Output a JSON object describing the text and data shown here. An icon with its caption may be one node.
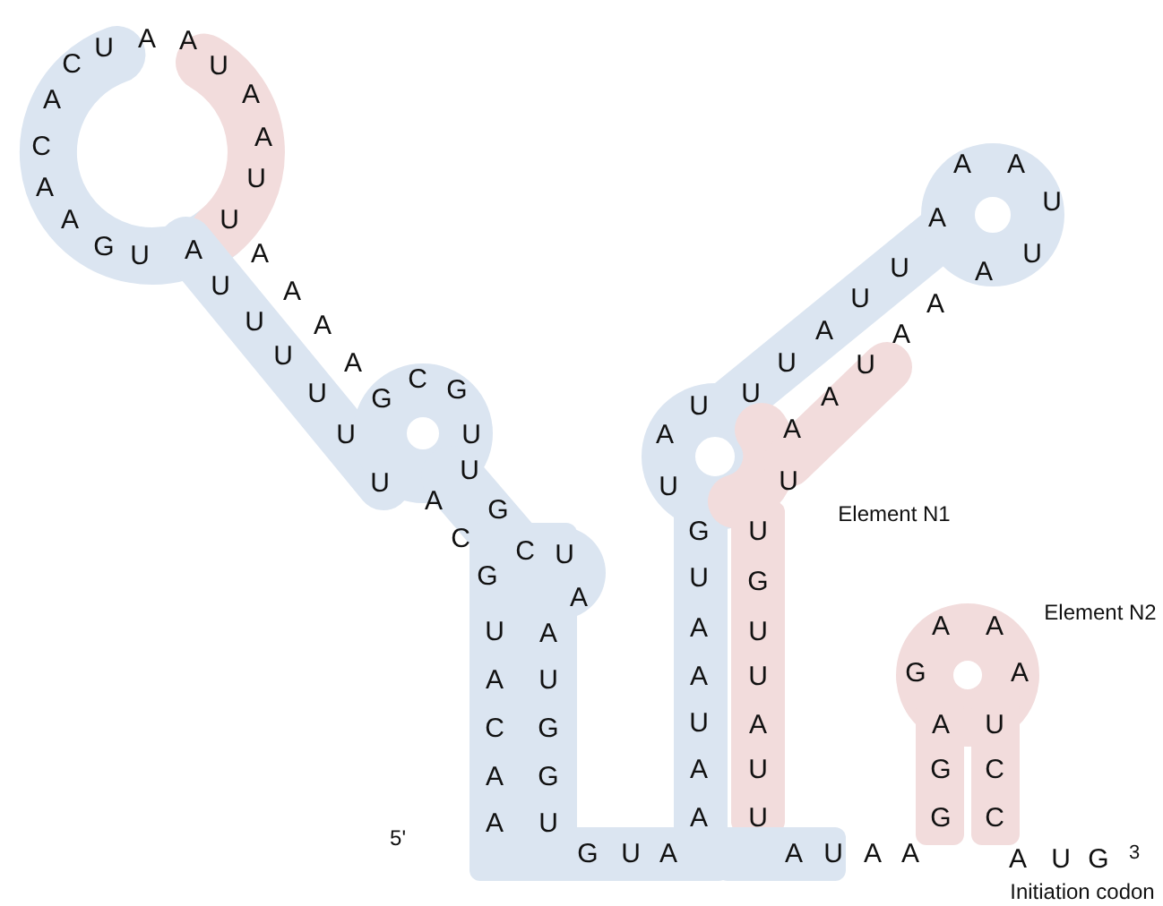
{
  "diagram": {
    "labels": [
      "5'",
      "A",
      "A",
      "C",
      "A",
      "U",
      "G",
      "C",
      "A",
      "U",
      "U",
      "U",
      "U",
      "U",
      "U",
      "G",
      "U",
      "A",
      "A",
      "A",
      "C",
      "A",
      "C",
      "U",
      "A",
      "A",
      "U",
      "A",
      "A",
      "U",
      "U",
      "A",
      "A",
      "A",
      "A",
      "G",
      "C",
      "G",
      "U",
      "U",
      "G",
      "C",
      "U",
      "A",
      "A",
      "U",
      "G",
      "G",
      "U",
      "G",
      "U",
      "A",
      "A",
      "A",
      "U",
      "A",
      "A",
      "U",
      "G",
      "U",
      "A",
      "U",
      "U",
      "U",
      "A",
      "U",
      "U",
      "A",
      "A",
      "A",
      "U",
      "U",
      "A",
      "A",
      "A",
      "U",
      "A",
      "A",
      "U",
      "U",
      "G",
      "U",
      "U",
      "A",
      "U",
      "U",
      "A",
      "U",
      "A",
      "A",
      "G",
      "G",
      "A",
      "G",
      "A",
      "A",
      "A",
      "U",
      "C",
      "C",
      "A",
      "U",
      "G",
      "3",
      "Initiation codon",
      "Element N1",
      "Element N2"
    ]
  }
}
